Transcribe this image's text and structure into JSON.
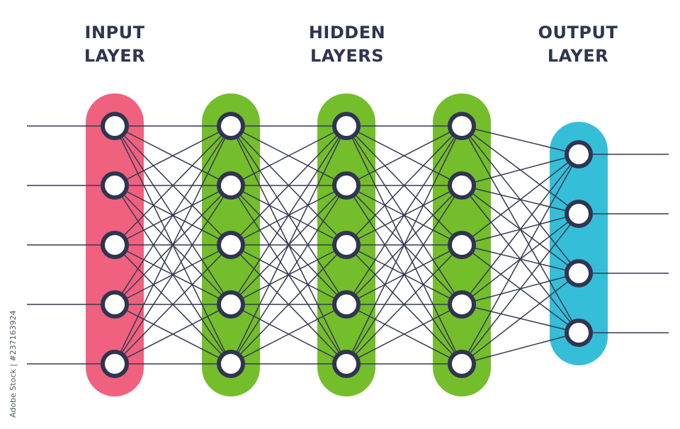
{
  "titles": {
    "input": [
      "INPUT",
      "LAYER"
    ],
    "hidden": [
      "HIDDEN",
      "LAYERS"
    ],
    "output": [
      "OUTPUT",
      "LAYER"
    ]
  },
  "watermark": "Adobe Stock | #237163924",
  "colors": {
    "input": "#f0607f",
    "hidden": "#74bd2b",
    "output": "#35bed8",
    "node_stroke": "#2f3550",
    "edge": "#343a52"
  },
  "layers": [
    {
      "role": "input",
      "nodes": 5
    },
    {
      "role": "hidden",
      "nodes": 5
    },
    {
      "role": "hidden",
      "nodes": 5
    },
    {
      "role": "hidden",
      "nodes": 5
    },
    {
      "role": "output",
      "nodes": 4
    }
  ]
}
